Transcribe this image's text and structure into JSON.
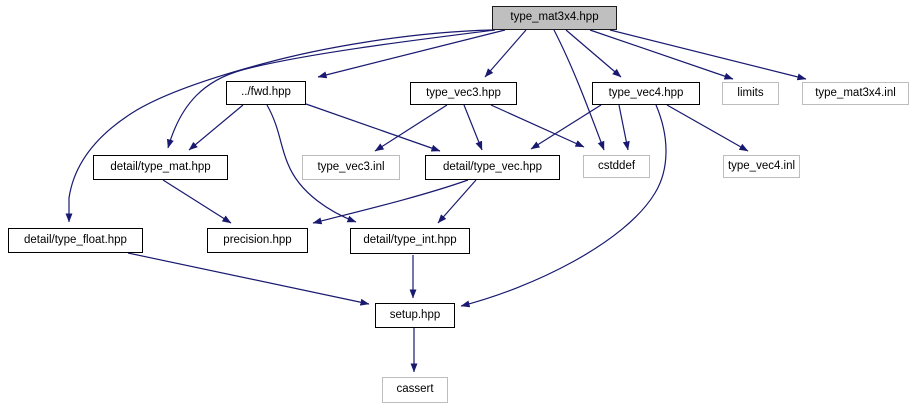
{
  "diagram": {
    "kind": "include-dependency-graph",
    "root_file": "type_mat3x4.hpp",
    "colors": {
      "edge": "#191970",
      "documented_node_border": "#000000",
      "external_node_border": "#bdbdbd",
      "node_fill": "#ffffff",
      "root_node_fill": "#bfbfbf",
      "background": "#ffffff",
      "text": "#000000"
    },
    "nodes": [
      {
        "id": "root",
        "label": "type_mat3x4.hpp",
        "kind": "root"
      },
      {
        "id": "fwd",
        "label": "../fwd.hpp",
        "kind": "documented"
      },
      {
        "id": "vec3hpp",
        "label": "type_vec3.hpp",
        "kind": "documented"
      },
      {
        "id": "vec4hpp",
        "label": "type_vec4.hpp",
        "kind": "documented"
      },
      {
        "id": "limits",
        "label": "limits",
        "kind": "external"
      },
      {
        "id": "mat3x4inl",
        "label": "type_mat3x4.inl",
        "kind": "external"
      },
      {
        "id": "typemat",
        "label": "detail/type_mat.hpp",
        "kind": "documented"
      },
      {
        "id": "vec3inl",
        "label": "type_vec3.inl",
        "kind": "external"
      },
      {
        "id": "typevec",
        "label": "detail/type_vec.hpp",
        "kind": "documented"
      },
      {
        "id": "cstddef",
        "label": "cstddef",
        "kind": "external"
      },
      {
        "id": "vec4inl",
        "label": "type_vec4.inl",
        "kind": "external"
      },
      {
        "id": "typefloat",
        "label": "detail/type_float.hpp",
        "kind": "documented"
      },
      {
        "id": "precision",
        "label": "precision.hpp",
        "kind": "documented"
      },
      {
        "id": "typeint",
        "label": "detail/type_int.hpp",
        "kind": "documented"
      },
      {
        "id": "setup",
        "label": "setup.hpp",
        "kind": "documented"
      },
      {
        "id": "cassert",
        "label": "cassert",
        "kind": "external"
      }
    ],
    "edges": [
      {
        "from": "root",
        "to": "fwd"
      },
      {
        "from": "root",
        "to": "typefloat"
      },
      {
        "from": "root",
        "to": "typemat"
      },
      {
        "from": "root",
        "to": "vec3hpp"
      },
      {
        "from": "root",
        "to": "cstddef"
      },
      {
        "from": "root",
        "to": "vec4hpp"
      },
      {
        "from": "root",
        "to": "limits"
      },
      {
        "from": "root",
        "to": "mat3x4inl"
      },
      {
        "from": "fwd",
        "to": "typemat"
      },
      {
        "from": "fwd",
        "to": "typevec"
      },
      {
        "from": "fwd",
        "to": "typeint"
      },
      {
        "from": "vec3hpp",
        "to": "vec3inl"
      },
      {
        "from": "vec3hpp",
        "to": "typevec"
      },
      {
        "from": "vec3hpp",
        "to": "cstddef"
      },
      {
        "from": "vec4hpp",
        "to": "typevec"
      },
      {
        "from": "vec4hpp",
        "to": "cstddef"
      },
      {
        "from": "vec4hpp",
        "to": "vec4inl"
      },
      {
        "from": "vec4hpp",
        "to": "setup"
      },
      {
        "from": "typemat",
        "to": "precision"
      },
      {
        "from": "typevec",
        "to": "precision"
      },
      {
        "from": "typevec",
        "to": "typeint"
      },
      {
        "from": "typefloat",
        "to": "setup"
      },
      {
        "from": "typeint",
        "to": "setup"
      },
      {
        "from": "setup",
        "to": "cassert"
      }
    ]
  }
}
